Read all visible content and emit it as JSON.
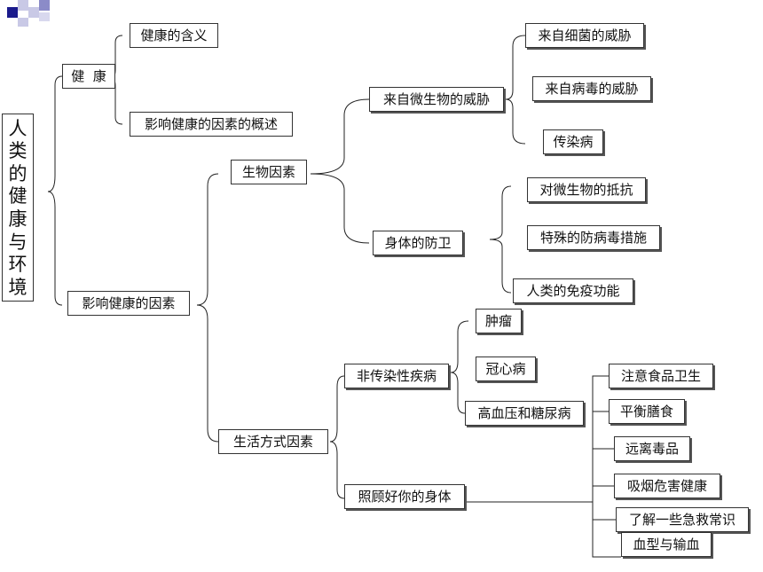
{
  "root": {
    "chars": [
      "人",
      "类",
      "的",
      "健",
      "康",
      "与",
      "环",
      "境"
    ]
  },
  "nodes": {
    "jiankang": "健  康",
    "hanyi": "健康的含义",
    "gaishu": "影响健康的因素的概述",
    "yinsu": "影响健康的因素",
    "shengwu": "生物因素",
    "shenghuo": "生活方式因素",
    "weixie": "来自微生物的威胁",
    "fangwei": "身体的防卫",
    "xijun": "来自细菌的威胁",
    "bingdu": "来自病毒的威胁",
    "chuanran": "传染病",
    "dikang": "对微生物的抵抗",
    "teshu": "特殊的防病毒措施",
    "mianyi": "人类的免疫功能",
    "feichuanran": "非传染性疾病",
    "zhaogu": "照顾好你的身体",
    "zhongliu": "肿瘤",
    "guanxin": "冠心病",
    "gaoxueya": "高血压和糖尿病",
    "shipin": "注意食品卫生",
    "shanshi": "平衡膳食",
    "dupin": "远离毒品",
    "xiyan": "吸烟危害健康",
    "jijiu": "了解一些急救常识",
    "xuexing": "血型与输血"
  }
}
